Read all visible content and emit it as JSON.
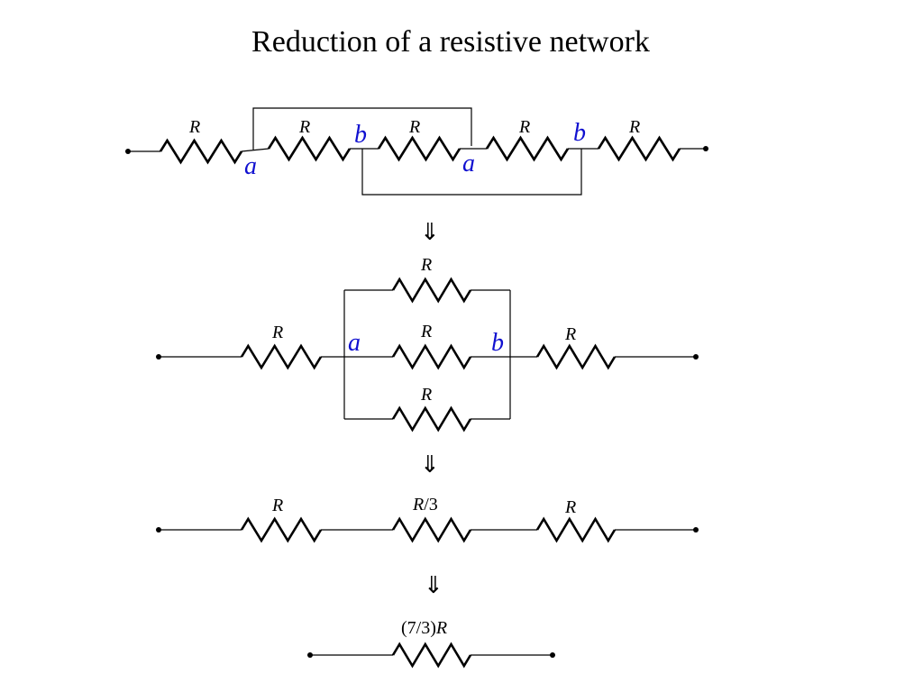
{
  "title": "Reduction of a resistive network",
  "arrow_glyph": "⇓",
  "labels": {
    "R": "R",
    "r_third": {
      "italic": "R",
      "rest": "/3"
    },
    "seven_thirds": {
      "pre": "(7/3)",
      "italic": "R"
    },
    "node_a": "a",
    "node_b": "b"
  },
  "colors": {
    "node_label": "#1010d0",
    "wire": "#000000"
  }
}
